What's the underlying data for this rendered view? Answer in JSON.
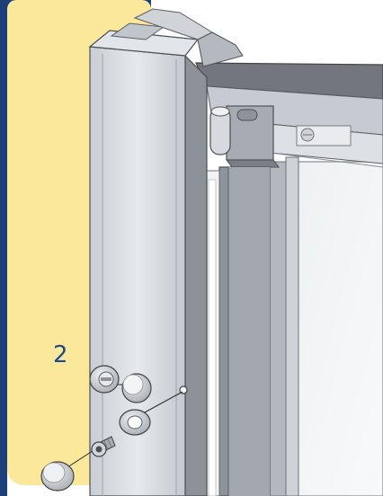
{
  "diagram": {
    "step_number": "2",
    "colors": {
      "frame_border": "#1d3f7a",
      "panel_background": "#fbe89b",
      "profile_light": "#d9dde2",
      "profile_mid": "#b9bfc6",
      "profile_dark": "#5e6268",
      "step_number": "#1f4a8c"
    },
    "parts": [
      "hinge",
      "top-rail",
      "vertical-profile",
      "end-caps",
      "screw",
      "washer",
      "glass-panel"
    ]
  }
}
